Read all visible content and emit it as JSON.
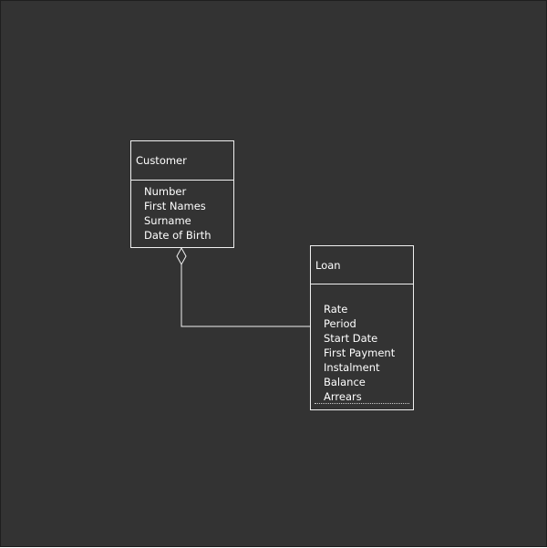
{
  "diagram": {
    "classes": {
      "customer": {
        "name": "Customer",
        "attributes": [
          "Number",
          "First Names",
          "Surname",
          "Date of Birth"
        ]
      },
      "loan": {
        "name": "Loan",
        "attributes": [
          "Rate",
          "Period",
          "Start Date",
          "First Payment",
          "Instalment",
          "Balance",
          "Arrears"
        ]
      }
    },
    "relationship": {
      "from": "customer",
      "to": "loan",
      "type": "aggregation"
    },
    "colors": {
      "background": "#333333",
      "stroke": "#f0f0f0",
      "text": "#ffffff"
    }
  }
}
